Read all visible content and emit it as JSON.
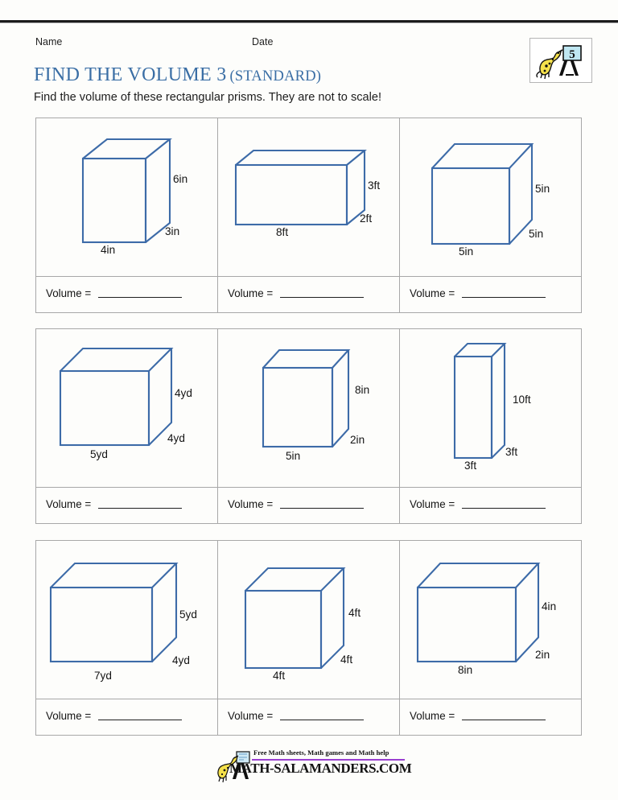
{
  "header": {
    "name_label": "Name",
    "date_label": "Date",
    "logo": {
      "icon": "math-salamanders-grade-logo",
      "grade": "5"
    }
  },
  "title": {
    "main": "FIND THE VOLUME 3",
    "sub": "(STANDARD)",
    "color": "#3a6ea5"
  },
  "subtitle": "Find the volume of these rectangular prisms. They are not to scale!",
  "answer_prefix": "Volume = ",
  "figure_color": "#3d6ba8",
  "problems": [
    {
      "id": 1,
      "shape": "rectangular-prism",
      "width_label": "4in",
      "height_label": "6in",
      "depth_label": "3in",
      "answer": ""
    },
    {
      "id": 2,
      "shape": "rectangular-prism",
      "width_label": "8ft",
      "height_label": "3ft",
      "depth_label": "2ft",
      "answer": ""
    },
    {
      "id": 3,
      "shape": "cube",
      "width_label": "5in",
      "height_label": "5in",
      "depth_label": "5in",
      "answer": ""
    },
    {
      "id": 4,
      "shape": "rectangular-prism",
      "width_label": "5yd",
      "height_label": "4yd",
      "depth_label": "4yd",
      "answer": ""
    },
    {
      "id": 5,
      "shape": "rectangular-prism",
      "width_label": "5in",
      "height_label": "8in",
      "depth_label": "2in",
      "answer": ""
    },
    {
      "id": 6,
      "shape": "rectangular-prism",
      "width_label": "3ft",
      "height_label": "10ft",
      "depth_label": "3ft",
      "answer": ""
    },
    {
      "id": 7,
      "shape": "rectangular-prism",
      "width_label": "7yd",
      "height_label": "5yd",
      "depth_label": "4yd",
      "answer": ""
    },
    {
      "id": 8,
      "shape": "cube",
      "width_label": "4ft",
      "height_label": "4ft",
      "depth_label": "4ft",
      "answer": ""
    },
    {
      "id": 9,
      "shape": "rectangular-prism",
      "width_label": "8in",
      "height_label": "4in",
      "depth_label": "2in",
      "answer": ""
    }
  ],
  "footer": {
    "tagline": "Free Math sheets, Math games and Math help",
    "url": "MATH-SALAMANDERS.COM",
    "rule_color": "#9a3fd0",
    "icon": "math-salamanders-footer-logo"
  }
}
